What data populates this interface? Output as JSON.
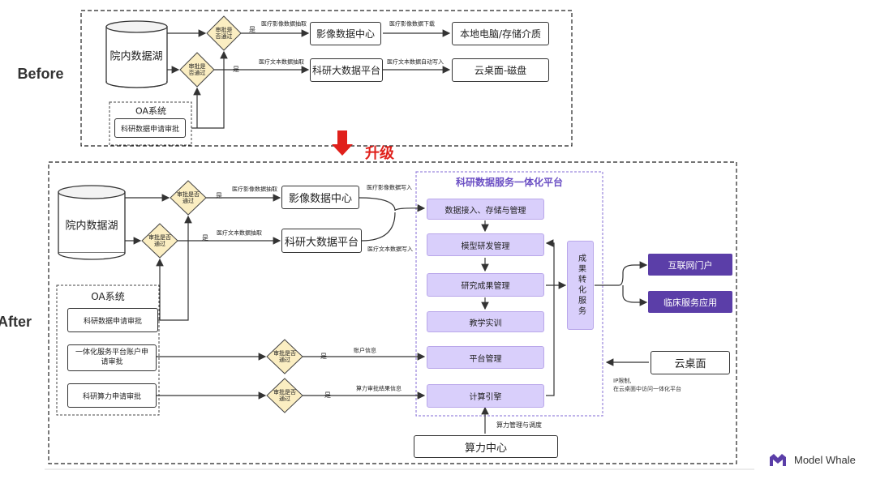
{
  "diagram": {
    "before_label": "Before",
    "after_label": "After",
    "upgrade_label": "升级",
    "approve_label": "审批是否通过",
    "yes_label": "是",
    "before": {
      "data_lake": "院内数据湖",
      "oa_title": "OA系统",
      "oa_item": "科研数据申请审批",
      "imaging_center": "影像数据中心",
      "research_platform": "科研大数据平台",
      "local_storage": "本地电脑/存储介质",
      "cloud_desktop_disk": "云桌面-磁盘",
      "edge_imaging_extract": "医疗影像数据抽取",
      "edge_text_extract": "医疗文本数据抽取",
      "edge_imaging_download": "医疗影像数据下载",
      "edge_text_autowrite": "医疗文本数据自动写入"
    },
    "after": {
      "data_lake": "院内数据湖",
      "oa_title": "OA系统",
      "oa_items": [
        "科研数据申请审批",
        "一体化服务平台账户申请审批",
        "科研算力申请审批"
      ],
      "imaging_center": "影像数据中心",
      "research_platform": "科研大数据平台",
      "platform_title": "科研数据服务一体化平台",
      "platform_modules": [
        "数据接入、存储与管理",
        "模型研发管理",
        "研究成果管理",
        "教学实训",
        "平台管理",
        "计算引擎"
      ],
      "results_service": "成果转化服务",
      "outputs": [
        "互联网门户",
        "临床服务应用"
      ],
      "cloud_desktop": "云桌面",
      "cloud_note": "IP限制,\n在云桌面中访问一体化平台",
      "compute_center": "算力中心",
      "edge_imaging_extract": "医疗影像数据抽取",
      "edge_text_extract": "医疗文本数据抽取",
      "edge_imaging_write": "医疗影像数据写入",
      "edge_text_write": "医疗文本数据写入",
      "edge_account": "账户信息",
      "edge_compute_result": "算力审批结果信息",
      "edge_compute_manage": "算力管理与调度"
    }
  },
  "logo": {
    "text": "Model Whale"
  },
  "colors": {
    "accent": "#6b4fc4",
    "module_fill": "#d9cffb",
    "dark": "#5b3ea8",
    "arrow_red": "#e0201b",
    "diamond": "#fbeec2"
  }
}
